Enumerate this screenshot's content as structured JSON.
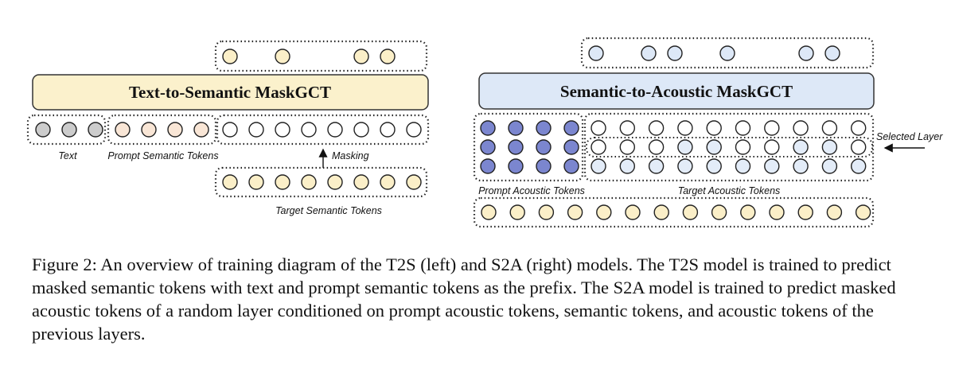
{
  "t2s": {
    "block_title": "Text-to-Semantic MaskGCT",
    "labels": {
      "text": "Text",
      "prompt": "Prompt Semantic Tokens",
      "masking": "Masking",
      "target": "Target Semantic Tokens"
    },
    "output_visible": [
      true,
      false,
      true,
      false,
      false,
      true,
      true,
      false
    ],
    "input_groups": [
      {
        "fill": "#cccccc",
        "count": 3
      },
      {
        "fill": "#f9e6d6",
        "count": 4
      },
      {
        "fill": "#ffffff",
        "count": 8
      }
    ],
    "target_count": 8
  },
  "s2a": {
    "block_title": "Semantic-to-Acoustic MaskGCT",
    "labels": {
      "prompt": "Prompt Acoustic Tokens",
      "target": "Target Acoustic Tokens",
      "selected": "Selected Layer"
    },
    "output_visible": [
      true,
      false,
      true,
      true,
      false,
      true,
      false,
      false,
      true,
      true
    ],
    "prompt_grid": {
      "rows": 3,
      "cols": 4,
      "fill": "#7b86cf"
    },
    "target_grid": {
      "rows": 3,
      "cols": 10
    },
    "semantic_count": 14
  },
  "colors": {
    "t2s_block": "#fbf1cc",
    "s2a_block": "#dde8f7",
    "semantic_token": "#fbefc8",
    "output_token_t2s": "#fbefc8",
    "output_token_s2a": "#dde8f7",
    "light_blue_token": "#e3ecf8"
  },
  "caption": "Figure 2: An overview of training diagram of the T2S (left) and S2A (right) models. The T2S model is trained to predict masked semantic tokens with text and prompt semantic tokens as the prefix. The S2A model is trained to predict masked acoustic tokens of a random layer conditioned on prompt acoustic tokens, semantic tokens, and acoustic tokens of the previous layers."
}
